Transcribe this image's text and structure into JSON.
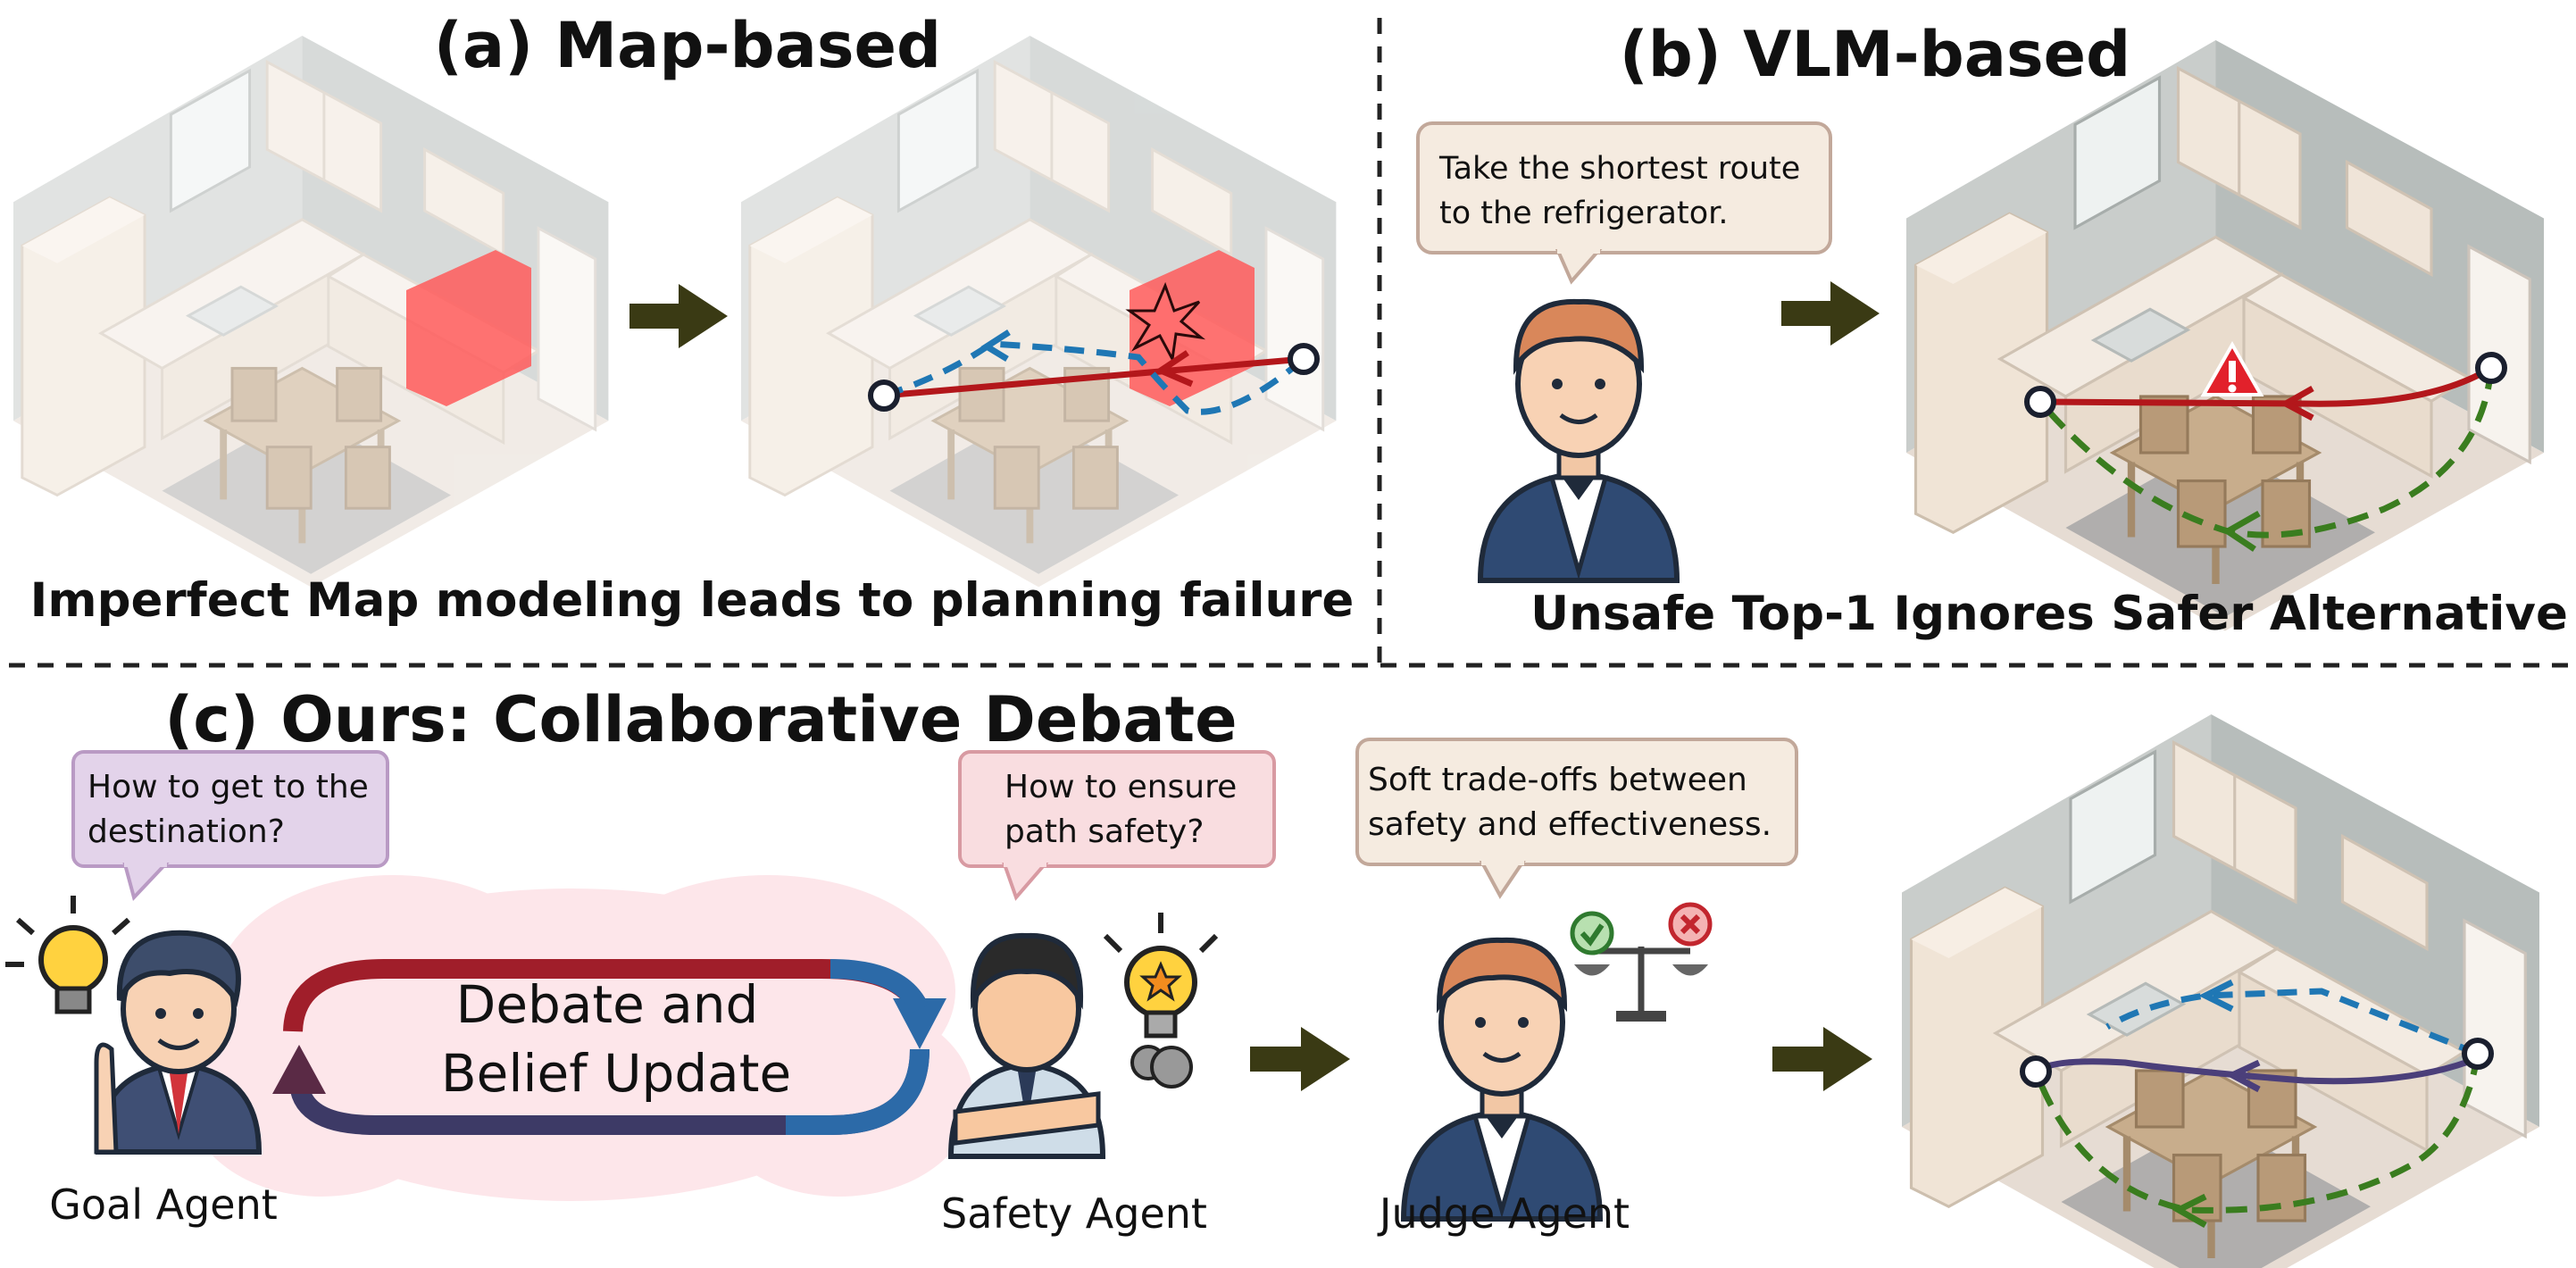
{
  "panels": {
    "a": {
      "title": "(a) Map-based",
      "caption": "Imperfect Map modeling leads to planning failure"
    },
    "b": {
      "title": "(b) VLM-based",
      "bubble_line1": "Take the shortest route",
      "bubble_line2": "to the refrigerator.",
      "caption": "Unsafe Top-1 Ignores Safer Alternative"
    },
    "c": {
      "title": "(c) Ours: Collaborative Debate",
      "goal_bubble_line1": "How to get to the",
      "goal_bubble_line2": "destination?",
      "safety_bubble_line1": "How to ensure",
      "safety_bubble_line2": "path safety?",
      "judge_bubble_line1": "Soft trade-offs between",
      "judge_bubble_line2": "safety and effectiveness.",
      "debate_line1": "Debate and",
      "debate_line2": "Belief Update",
      "goal_agent_label": "Goal Agent",
      "safety_agent_label": "Safety Agent",
      "judge_agent_label": "Judge Agent"
    }
  },
  "colors": {
    "goal_bubble": "#e3d3ea",
    "safety_bubble": "#f9dde0",
    "neutral_bubble": "#f5ebe0",
    "arrow": "#3a3a14",
    "unsafe_path": "#b3171b",
    "alt_path": "#1f77b4",
    "safe_path": "#3a7d1f",
    "chosen_path": "#4b3f7a",
    "hazard_highlight": "#ff5a5a"
  },
  "icons": [
    "kitchen-scene",
    "human-avatar",
    "lightbulb-icon",
    "star-bulb-icon",
    "balance-scale-icon",
    "warning-icon",
    "collision-icon",
    "right-arrow-icon"
  ]
}
